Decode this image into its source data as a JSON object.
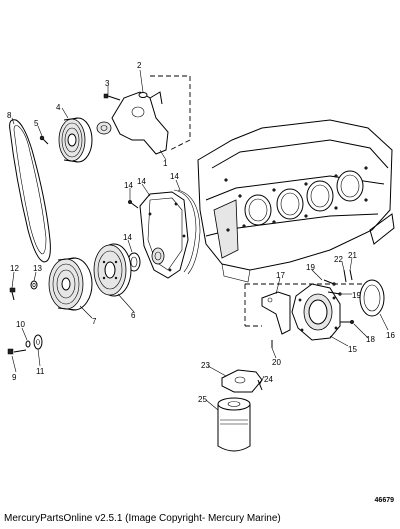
{
  "diagram": {
    "callouts": [
      "1",
      "2",
      "3",
      "4",
      "5",
      "6",
      "7",
      "8",
      "9",
      "10",
      "11",
      "12",
      "13",
      "14",
      "14",
      "14",
      "14",
      "15",
      "16",
      "17",
      "18",
      "19",
      "19",
      "20",
      "21",
      "22",
      "23",
      "24",
      "25"
    ],
    "reference_number": "46679"
  },
  "footer": {
    "copyright": "MercuryPartsOnline v2.5.1 (Image Copyright- Mercury Marine)"
  }
}
